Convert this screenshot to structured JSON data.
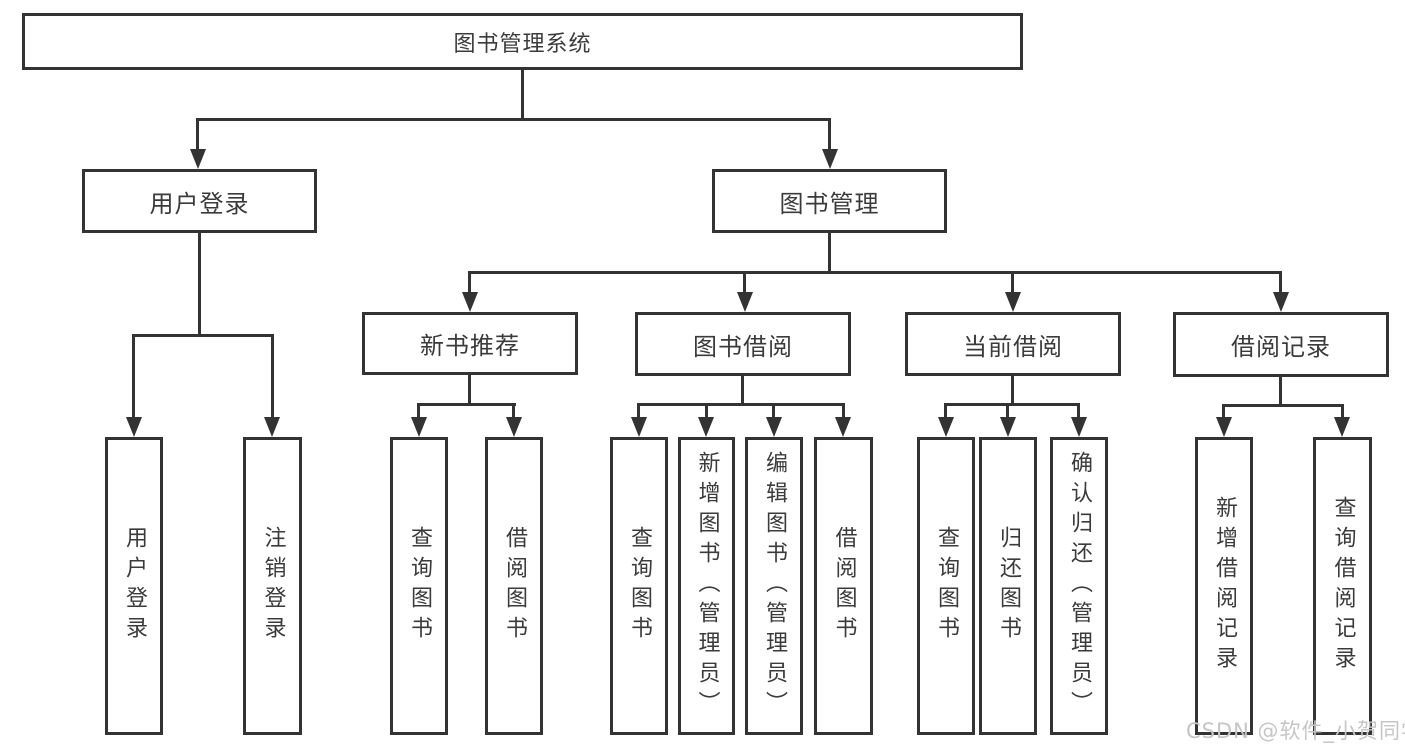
{
  "colors": {
    "line": "#333333",
    "text": "#3b3b3d",
    "watermark": "#c6c6c6",
    "background": "#ffffff"
  },
  "diagram": {
    "root": {
      "label": "图书管理系统"
    },
    "level2": [
      {
        "label": "用户登录"
      },
      {
        "label": "图书管理"
      }
    ],
    "level3": [
      {
        "label": "新书推荐"
      },
      {
        "label": "图书借阅"
      },
      {
        "label": "当前借阅"
      },
      {
        "label": "借阅记录"
      }
    ],
    "leaves": [
      {
        "label": "用户登录"
      },
      {
        "label": "注销登录"
      },
      {
        "label": "查询图书"
      },
      {
        "label": "借阅图书"
      },
      {
        "label": "查询图书"
      },
      {
        "label": "新增图书（管理员）"
      },
      {
        "label": "编辑图书（管理员）"
      },
      {
        "label": "借阅图书"
      },
      {
        "label": "查询图书"
      },
      {
        "label": "归还图书"
      },
      {
        "label": "确认归还（管理员）"
      },
      {
        "label": "新增借阅记录"
      },
      {
        "label": "查询借阅记录"
      }
    ]
  },
  "watermark": {
    "text": "CSDN @软件_小贺同学"
  }
}
